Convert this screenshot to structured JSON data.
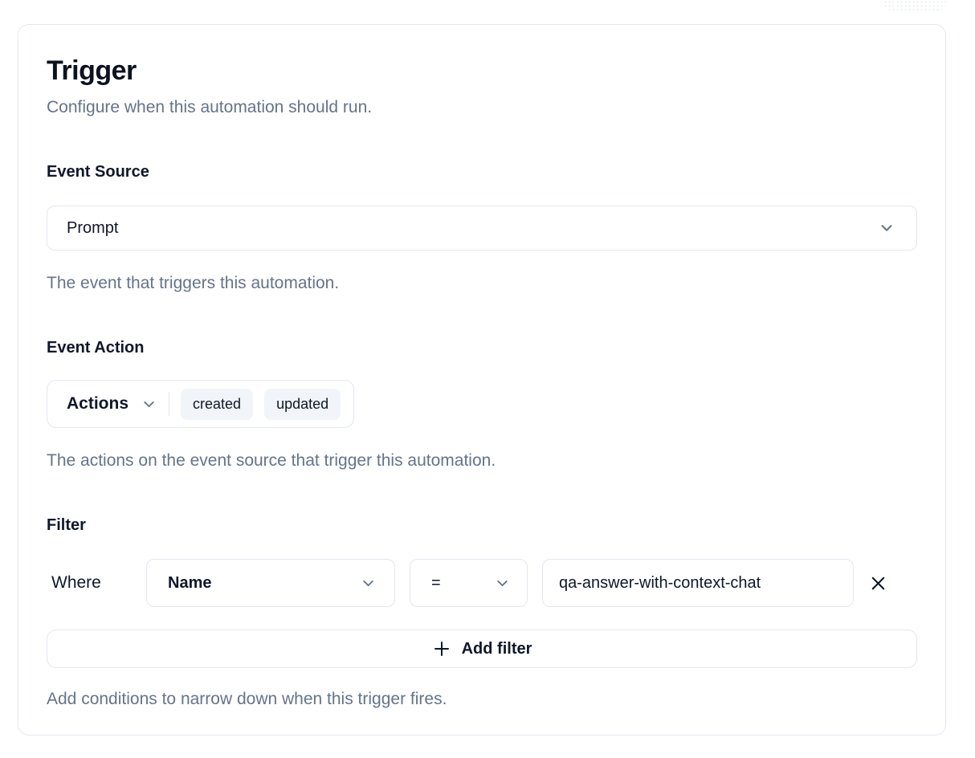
{
  "card": {
    "title": "Trigger",
    "subtitle": "Configure when this automation should run."
  },
  "event_source": {
    "label": "Event Source",
    "selected": "Prompt",
    "help": "The event that triggers this automation."
  },
  "event_action": {
    "label": "Event Action",
    "dropdown_label": "Actions",
    "selected_actions": [
      "created",
      "updated"
    ],
    "help": "The actions on the event source that trigger this automation."
  },
  "filter": {
    "label": "Filter",
    "where_label": "Where",
    "field_selected": "Name",
    "operator_selected": "=",
    "value": "qa-answer-with-context-chat",
    "add_filter_label": "Add filter",
    "help": "Add conditions to narrow down when this trigger fires."
  },
  "icons": {
    "chevron_down": "chevron-down",
    "close": "x",
    "plus": "+"
  },
  "colors": {
    "text": "#0f172a",
    "muted": "#64748b",
    "border": "#e2e8f0",
    "chip_bg": "#f1f5f9",
    "background": "#ffffff"
  }
}
